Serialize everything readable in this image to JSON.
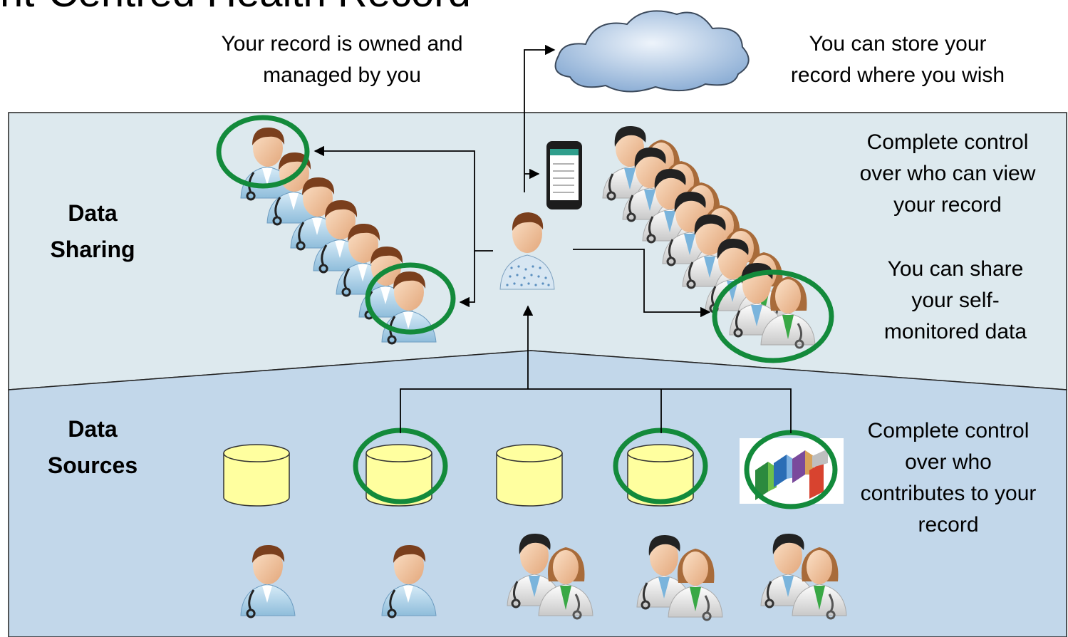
{
  "title_partial": "nt-Centred Health Record",
  "labels": {
    "owned": "Your record is owned and\nmanaged by you",
    "store": "You can store your\nrecord where you wish",
    "control_view": "Complete control\nover who can view\nyour record",
    "share_self": "You can share\nyour self-\nmonitored data",
    "control_contrib": "Complete control\nover who\ncontributes to your\nrecord"
  },
  "sections": {
    "sharing": "Data\nSharing",
    "sources": "Data\nSources"
  },
  "colors": {
    "sharing_band": "#dde9ee",
    "sources_band": "#c2d7ea",
    "highlight_ring": "#138a3b",
    "database": "#ffff9f"
  }
}
